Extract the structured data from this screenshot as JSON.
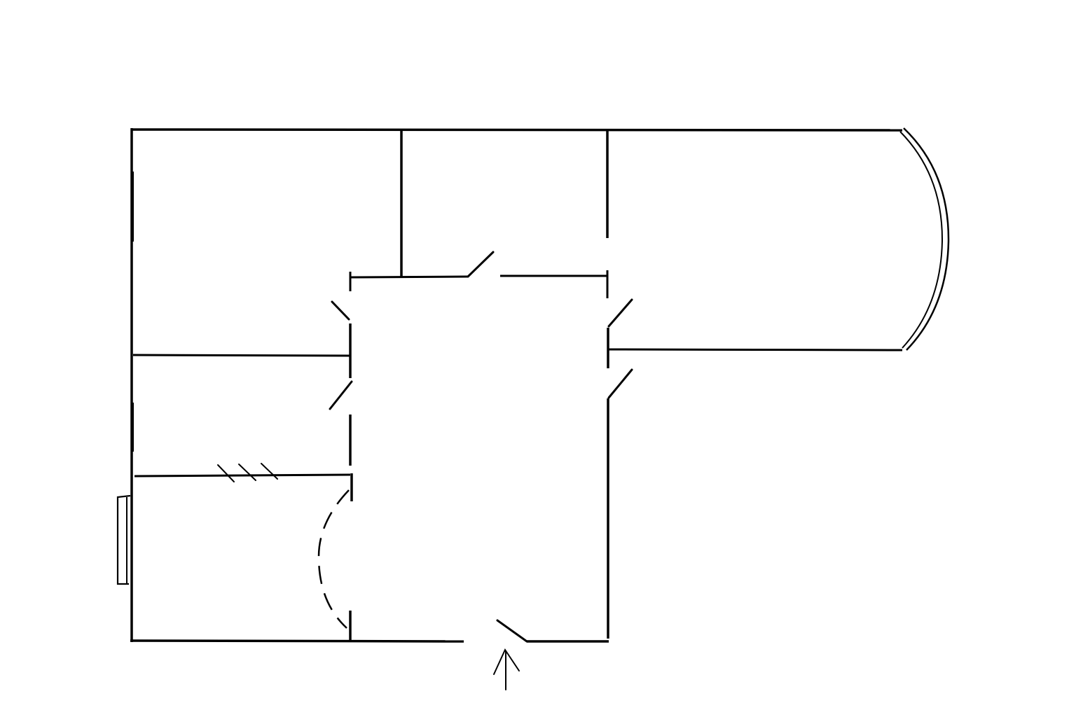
{
  "diagram": {
    "type": "floor-plan-sketch",
    "style": {
      "background": "#ffffff",
      "line_color": "#000000"
    },
    "labels": [],
    "legend": null,
    "elements": {
      "rooms": [
        "top-left-room",
        "top-middle-room",
        "right-rounded-room",
        "middle-left-room",
        "bottom-left-room",
        "central-hall"
      ],
      "doors": [
        "top-hall-door",
        "upper-left-door",
        "lower-left-door",
        "upper-right-door",
        "lower-right-door",
        "entrance-door"
      ],
      "openings": [
        "curved-dashed-opening"
      ],
      "fixtures": [
        "bay-window",
        "radiator-box",
        "wall-hatch-marks"
      ],
      "indicators": [
        "entrance-arrow"
      ]
    }
  }
}
